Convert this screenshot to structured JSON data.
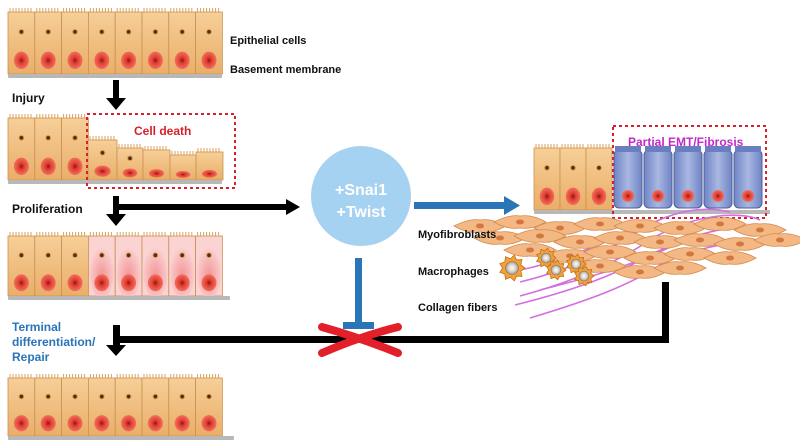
{
  "labels": {
    "epithelial_cells": "Epithelial cells",
    "basement_membrane": "Basement membrane",
    "injury": "Injury",
    "cell_death": "Cell death",
    "proliferation": "Proliferation",
    "terminal_diff_line1": "Terminal",
    "terminal_diff_line2": "differentiation/",
    "terminal_diff_line3": "Repair",
    "snai1": "+Snai1",
    "twist": "+Twist",
    "partial_emt": "Partial EMT/Fibrosis",
    "myofibroblasts": "Myofibroblasts",
    "macrophages": "Macrophages",
    "collagen_fibers": "Collagen fibers"
  },
  "colors": {
    "cell_body": "#f2c48c",
    "cell_nucleus": "#e23b2e",
    "proliferating_cell": "#f7c6c4",
    "emt_cell": "#8d9fd3",
    "regulator_circle": "#a6d2f2",
    "blue_arrow": "#2a74b8",
    "dashed_box": "#d8202a",
    "fibrosis_label": "#c02ac8",
    "collagen": "#d36fe0",
    "block_x": "#e3202a"
  },
  "icons": [
    "down-arrow-icon",
    "right-arrow-icon",
    "inhibition-bar-icon",
    "block-x-icon",
    "macrophage-icon",
    "myofibroblast-icon"
  ]
}
